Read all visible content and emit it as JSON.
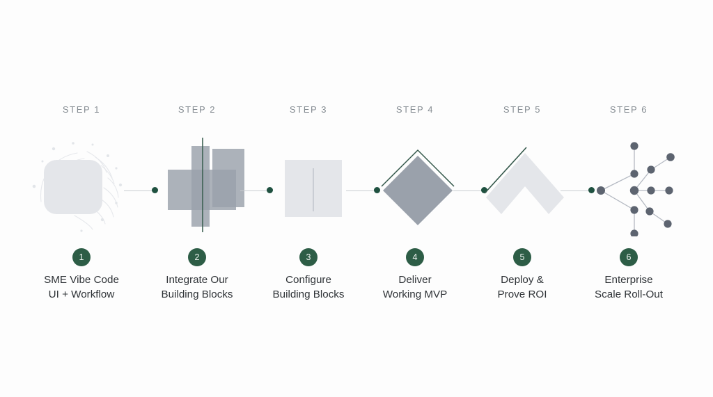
{
  "diagram": {
    "title_visible": false,
    "background_color": "#fdfdfd",
    "accent_green": "#2d5d46",
    "line_green": "#2f5d4b",
    "connector_line_color": "#c9ccd0",
    "gray_shape": "#9aa1ab",
    "light_shape": "#e4e6ea",
    "node_color": "#5d6470",
    "kicker_color": "#868d93",
    "caption_color": "#2f3337",
    "steps": [
      {
        "kicker": "STEP 1",
        "number": "1",
        "caption_line1": "SME Vibe Code",
        "caption_line2": "UI + Workflow",
        "icon": "rounded-square-swirl-icon"
      },
      {
        "kicker": "STEP 2",
        "number": "2",
        "caption_line1": "Integrate Our",
        "caption_line2": "Building Blocks",
        "icon": "overlapping-blocks-icon"
      },
      {
        "kicker": "STEP 3",
        "number": "3",
        "caption_line1": "Configure",
        "caption_line2": "Building Blocks",
        "icon": "split-square-icon"
      },
      {
        "kicker": "STEP 4",
        "number": "4",
        "caption_line1": "Deliver",
        "caption_line2": "Working MVP",
        "icon": "diamond-chevron-icon"
      },
      {
        "kicker": "STEP 5",
        "number": "5",
        "caption_line1": "Deploy &",
        "caption_line2": "Prove ROI",
        "icon": "chevron-up-icon"
      },
      {
        "kicker": "STEP 6",
        "number": "6",
        "caption_line1": "Enterprise",
        "caption_line2": "Scale Roll-Out",
        "icon": "network-nodes-icon"
      }
    ],
    "connectors": [
      {
        "name": "connector-1-2"
      },
      {
        "name": "connector-2-3"
      },
      {
        "name": "connector-3-4"
      },
      {
        "name": "connector-4-5"
      },
      {
        "name": "connector-5-6"
      }
    ]
  }
}
